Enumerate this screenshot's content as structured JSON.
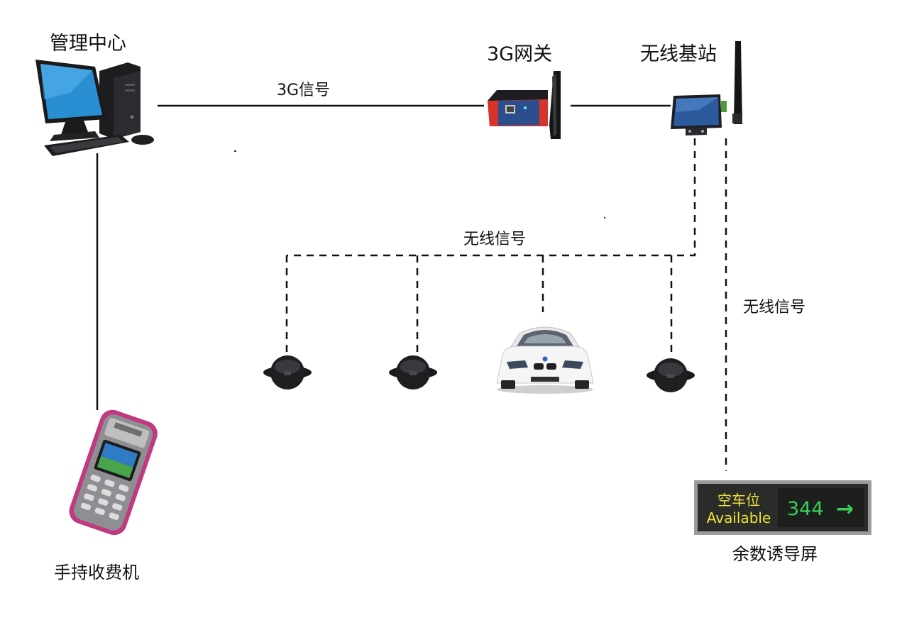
{
  "nodes": {
    "management_center": {
      "label": "管理中心"
    },
    "gateway": {
      "label": "3G网关"
    },
    "base_station": {
      "label": "无线基站"
    },
    "handheld": {
      "label": "手持收费机"
    },
    "guidance_screen": {
      "label": "余数诱导屏"
    }
  },
  "links": {
    "link_3g": {
      "label": "3G信号"
    },
    "link_wireless_sensors": {
      "label": "无线信号"
    },
    "link_wireless_screen": {
      "label": "无线信号"
    }
  },
  "sign": {
    "title_cn": "空车位",
    "title_en": "Available",
    "count": "344",
    "arrow": "→"
  },
  "colors": {
    "sign_bg": "#2a2c2a",
    "sign_label": "#f2e33a",
    "sign_count": "#37d05a"
  },
  "icons": [
    "computer-icon",
    "gateway-icon",
    "base-station-icon",
    "parking-sensor-icon",
    "car-icon",
    "handheld-terminal-icon",
    "arrow-right-icon"
  ]
}
